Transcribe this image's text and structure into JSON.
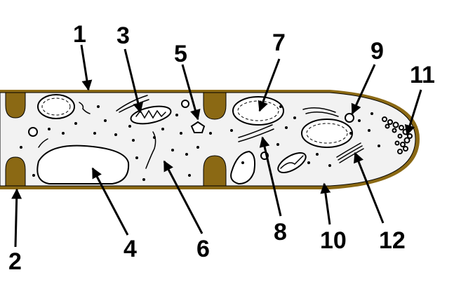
{
  "labels": [
    {
      "id": "1",
      "text": "1"
    },
    {
      "id": "2",
      "text": "2"
    },
    {
      "id": "3",
      "text": "3"
    },
    {
      "id": "4",
      "text": "4"
    },
    {
      "id": "5",
      "text": "5"
    },
    {
      "id": "6",
      "text": "6"
    },
    {
      "id": "7",
      "text": "7"
    },
    {
      "id": "8",
      "text": "8"
    },
    {
      "id": "9",
      "text": "9"
    },
    {
      "id": "10",
      "text": "10"
    },
    {
      "id": "11",
      "text": "11"
    },
    {
      "id": "12",
      "text": "12"
    }
  ],
  "colors": {
    "cell_wall": "#8B6914",
    "cytoplasm": "#F2F2F2",
    "outline": "#000000"
  }
}
